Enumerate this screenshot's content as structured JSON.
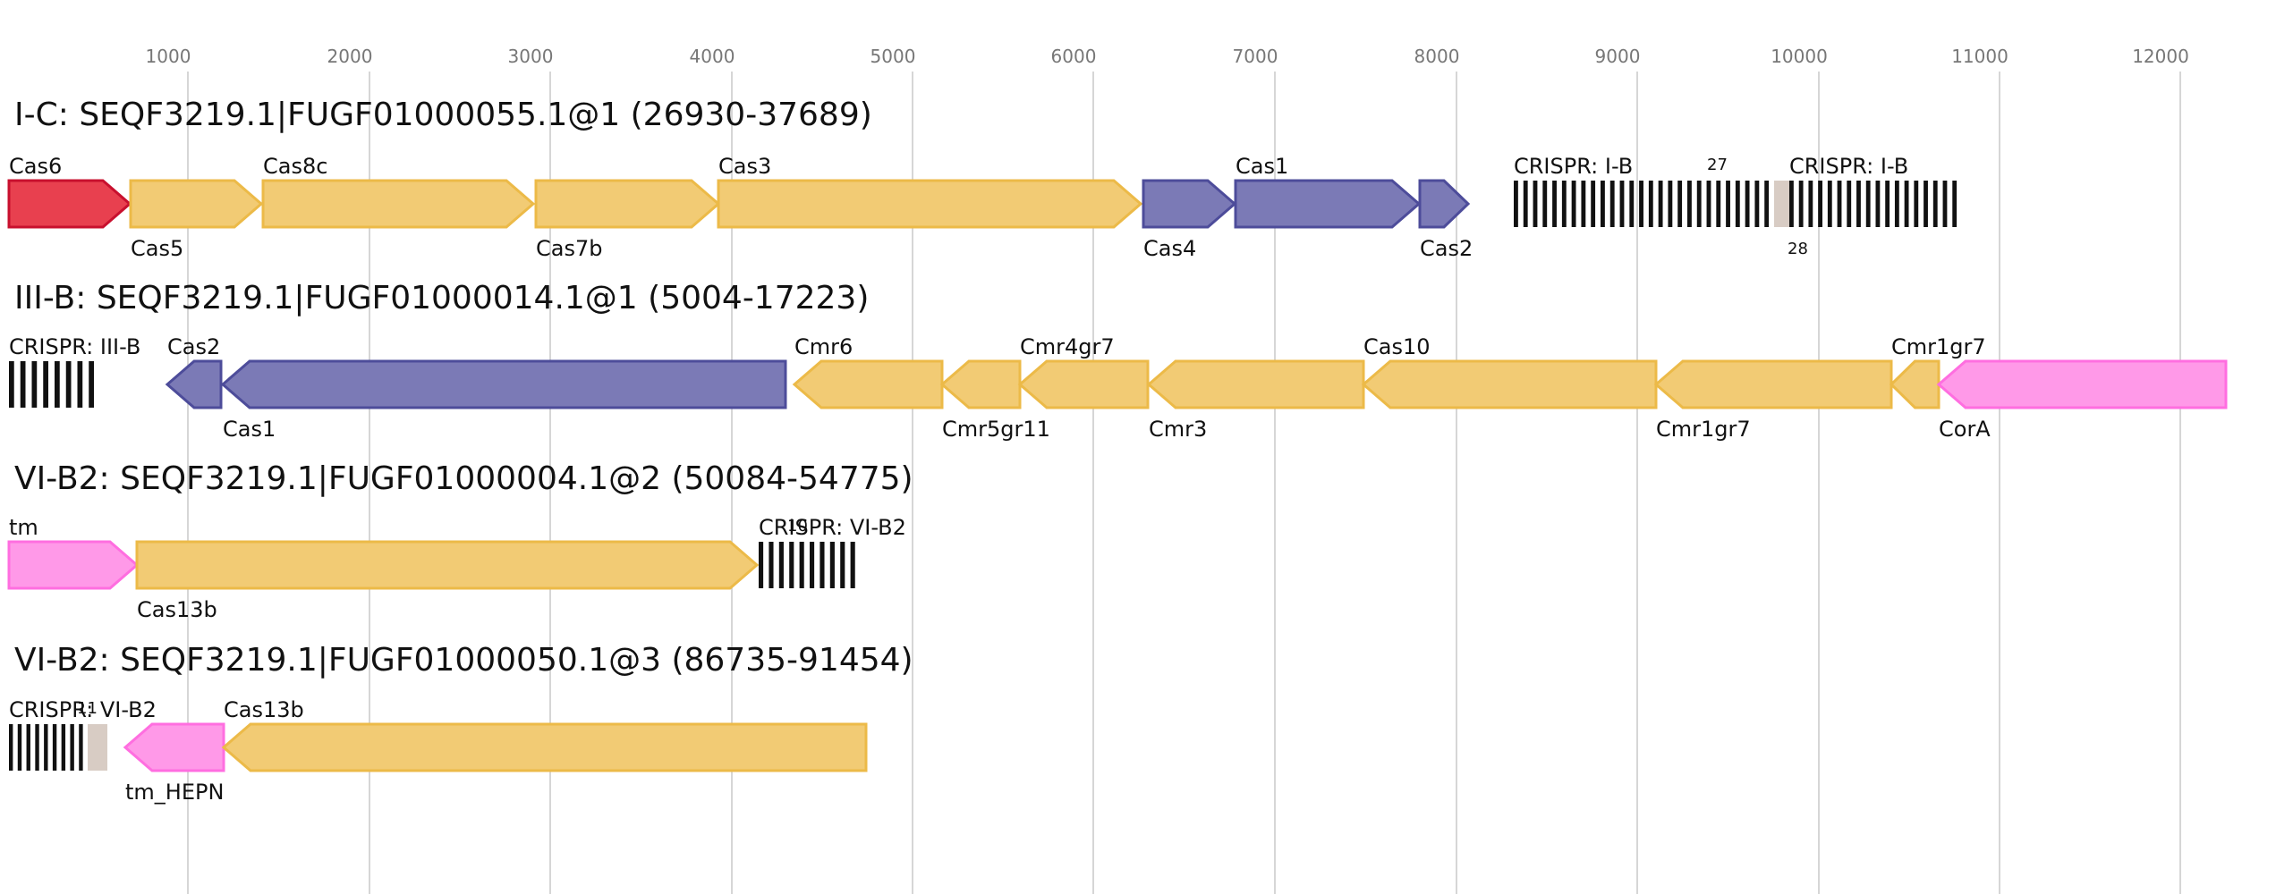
{
  "axis": {
    "ticks": [
      "1000",
      "2000",
      "3000",
      "4000",
      "5000",
      "6000",
      "7000",
      "8000",
      "9000",
      "10000",
      "11000",
      "12000"
    ]
  },
  "colors": {
    "cas6": "#e8404f",
    "cas6_border": "#c8102e",
    "yellow": "#f2cb74",
    "yellow_border": "#ecba48",
    "blue": "#7b7ab6",
    "blue_border": "#4d4c9a",
    "pink": "#ff99e8",
    "pink_border": "#ff6ee0",
    "spacer": "#d8ccc4",
    "repeat": "#111111"
  },
  "loci": [
    {
      "title": "I-C: SEQF3219.1|FUGF01000055.1@1 (26930-37689)",
      "genes": [
        {
          "name": "Cas6",
          "color": "cas6",
          "dir": 1,
          "label_pos": "top"
        },
        {
          "name": "Cas5",
          "color": "yellow",
          "dir": 1,
          "label_pos": "bottom"
        },
        {
          "name": "Cas8c",
          "color": "yellow",
          "dir": 1,
          "label_pos": "top"
        },
        {
          "name": "Cas7b",
          "color": "yellow",
          "dir": 1,
          "label_pos": "bottom"
        },
        {
          "name": "Cas3",
          "color": "yellow",
          "dir": 1,
          "label_pos": "top"
        },
        {
          "name": "Cas4",
          "color": "blue",
          "dir": 1,
          "label_pos": "bottom"
        },
        {
          "name": "Cas1",
          "color": "blue",
          "dir": 1,
          "label_pos": "top"
        },
        {
          "name": "Cas2",
          "color": "blue",
          "dir": 1,
          "label_pos": "bottom"
        }
      ],
      "arrays": [
        {
          "label": "CRISPR: I-B",
          "count": "27",
          "repeats": 27
        },
        {
          "label": "",
          "count": "28",
          "spacer": true
        },
        {
          "label": "CRISPR: I-B",
          "count": "",
          "repeats": 18
        }
      ]
    },
    {
      "title": "III-B: SEQF3219.1|FUGF01000014.1@1 (5004-17223)",
      "genes": [
        {
          "name": "Cas2",
          "color": "blue",
          "dir": -1,
          "label_pos": "top"
        },
        {
          "name": "Cas1",
          "color": "blue",
          "dir": -1,
          "label_pos": "bottom"
        },
        {
          "name": "Cmr6",
          "color": "yellow",
          "dir": -1,
          "label_pos": "top"
        },
        {
          "name": "Cmr5gr11",
          "color": "yellow",
          "dir": -1,
          "label_pos": "bottom"
        },
        {
          "name": "Cmr4gr7",
          "color": "yellow",
          "dir": -1,
          "label_pos": "top"
        },
        {
          "name": "Cmr3",
          "color": "yellow",
          "dir": -1,
          "label_pos": "bottom"
        },
        {
          "name": "Cas10",
          "color": "yellow",
          "dir": -1,
          "label_pos": "top"
        },
        {
          "name": "Cmr1gr7",
          "color": "yellow",
          "dir": -1,
          "label_pos": "bottom"
        },
        {
          "name": "Cmr1gr7",
          "color": "yellow",
          "dir": -1,
          "label_pos": "top"
        },
        {
          "name": "CorA",
          "color": "pink",
          "dir": -1,
          "label_pos": "bottom"
        }
      ],
      "arrays": [
        {
          "label": "CRISPR: III-B",
          "count": "",
          "repeats": 8
        }
      ]
    },
    {
      "title": "VI-B2: SEQF3219.1|FUGF01000004.1@2 (50084-54775)",
      "genes": [
        {
          "name": "tm",
          "color": "pink",
          "dir": 1,
          "label_pos": "top"
        },
        {
          "name": "Cas13b",
          "color": "yellow",
          "dir": 1,
          "label_pos": "bottom"
        }
      ],
      "arrays": [
        {
          "label": "CRISPR: VI-B2",
          "count": "10",
          "repeats": 10
        }
      ]
    },
    {
      "title": "VI-B2: SEQF3219.1|FUGF01000050.1@3 (86735-91454)",
      "genes": [
        {
          "name": "tm_HEPN",
          "color": "pink",
          "dir": -1,
          "label_pos": "bottom"
        },
        {
          "name": "Cas13b",
          "color": "yellow",
          "dir": -1,
          "label_pos": "top"
        }
      ],
      "arrays": [
        {
          "label": "CRISPR: VI-B2",
          "count": "11",
          "repeats": 9
        },
        {
          "label": "",
          "count": "",
          "spacer": true
        }
      ]
    }
  ]
}
